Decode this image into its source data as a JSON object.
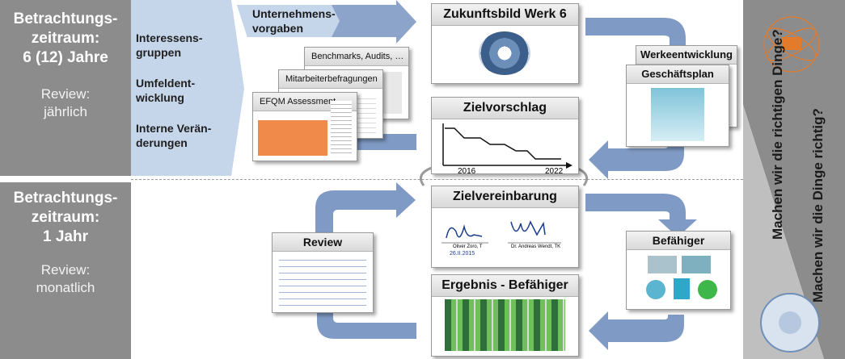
{
  "left_panel": {
    "top": {
      "title": "Betrachtungs-\nzeitraum:\n6 (12) Jahre",
      "review": "Review:\njährlich"
    },
    "bottom": {
      "title": "Betrachtungs-\nzeitraum:\n1 Jahr",
      "review": "Review:\nmonatlich"
    }
  },
  "stakeholders": {
    "items": [
      "Interessens-\ngruppen",
      "Umfeldent-\nwicklung",
      "Interne Verän-\nderungen"
    ]
  },
  "inputs": {
    "arrow_label": "Unternehmens-\nvorgaben",
    "stack": [
      "Benchmarks, Audits, …",
      "Mitarbeiterbefragungen",
      "EFQM Assessment"
    ]
  },
  "cards": {
    "vision": "Zukunftsbild Werk 6",
    "target_proposal": "Zielvorschlag",
    "target_agreement": "Zielvereinbarung",
    "result": "Ergebnis - Befähiger",
    "review": "Review",
    "enablers": "Befähiger",
    "plant_dev": "Werkeentwicklung",
    "business_plan": "Geschäftsplan"
  },
  "chart_small": {
    "x_start": "2016",
    "x_end": "2022"
  },
  "signatures": {
    "left_name": "Oliver Zoro, T",
    "left_date": "26.II.2015",
    "right_name": "Dr. Andreas Wendt, TK"
  },
  "right_bar": {
    "q1": "Machen wir die richtigen Dinge?",
    "q2": "Machen wir die Dinge richtig?"
  },
  "colors": {
    "gray": "#8c8c8c",
    "light_blue": "#c5d5ea",
    "arrow_blue": "#7f9ac4"
  }
}
